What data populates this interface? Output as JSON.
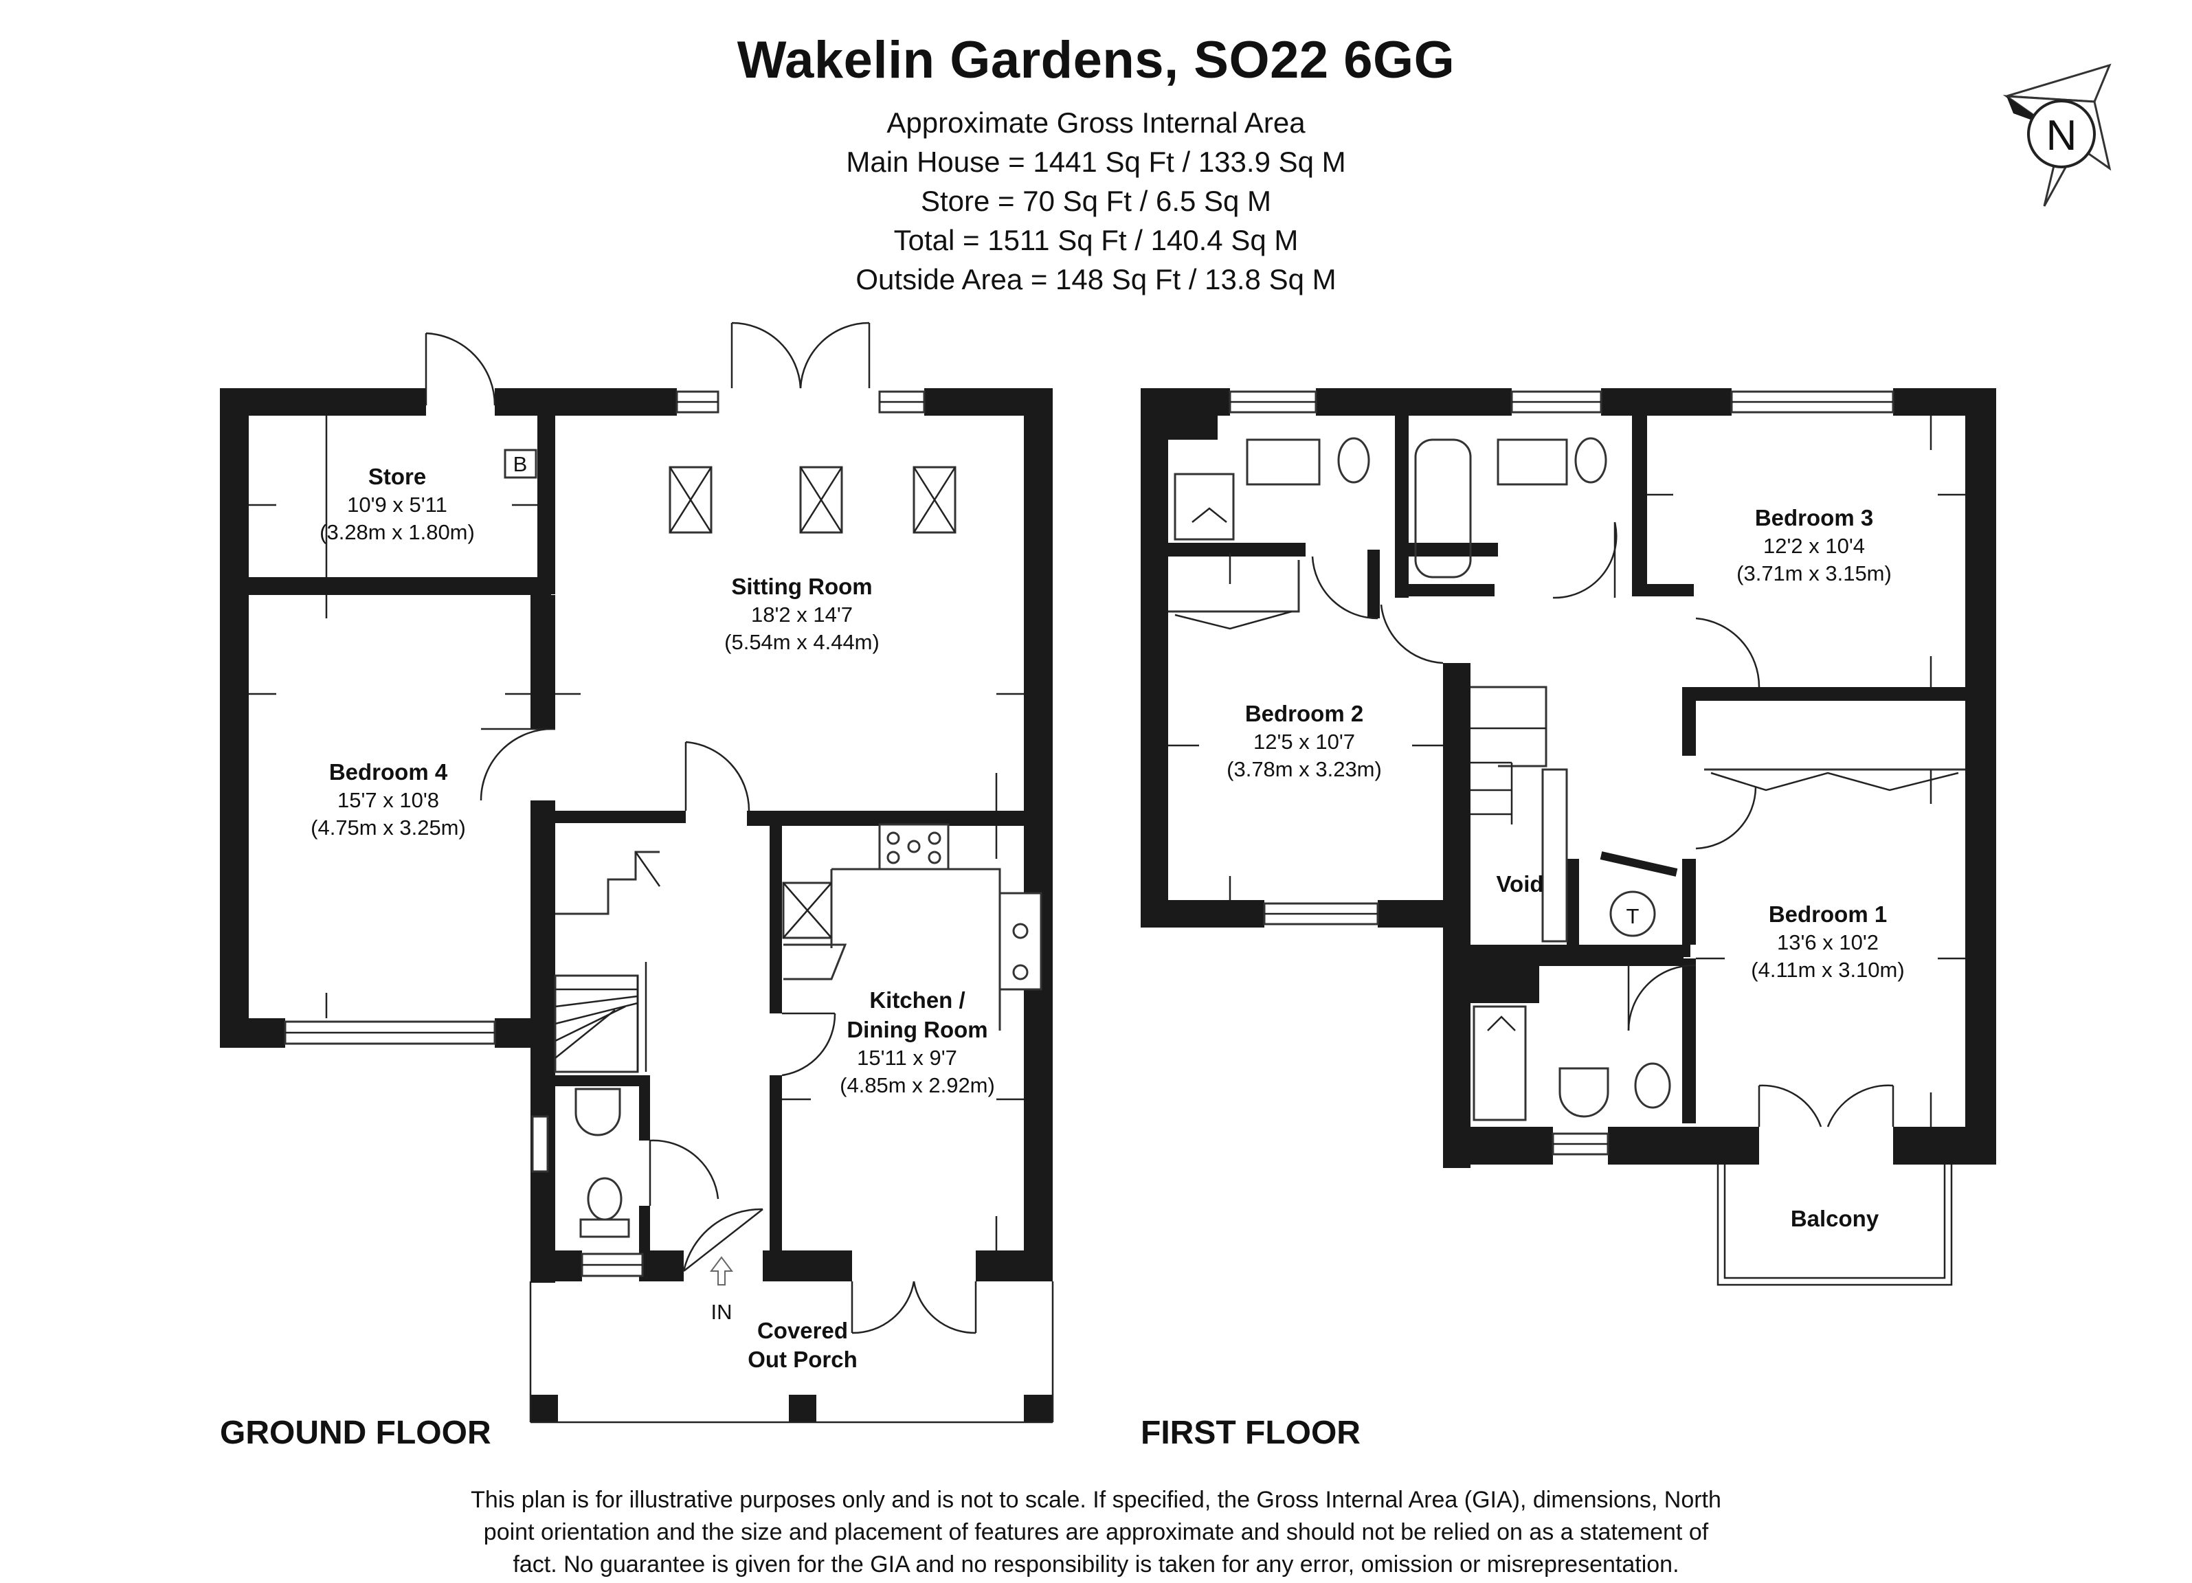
{
  "title": "Wakelin Gardens, SO22 6GG",
  "area": {
    "heading": "Approximate Gross Internal Area",
    "main_house": "Main House = 1441 Sq Ft / 133.9 Sq M",
    "store": "Store = 70 Sq Ft / 6.5 Sq M",
    "total": "Total = 1511 Sq Ft / 140.4 Sq M",
    "outside": "Outside Area = 148 Sq Ft / 13.8 Sq M"
  },
  "compass": {
    "label": "N"
  },
  "ground_floor": {
    "label": "GROUND FLOOR",
    "store": {
      "name": "Store",
      "imperial": "10'9 x 5'11",
      "metric": "(3.28m x 1.80m)",
      "boiler": "B"
    },
    "sitting_room": {
      "name": "Sitting Room",
      "imperial": "18'2 x 14'7",
      "metric": "(5.54m x 4.44m)"
    },
    "bedroom4": {
      "name": "Bedroom 4",
      "imperial": "15'7 x 10'8",
      "metric": "(4.75m x 3.25m)"
    },
    "kitchen": {
      "name_line1": "Kitchen /",
      "name_line2": "Dining Room",
      "imperial": "15'11 x 9'7",
      "metric": "(4.85m x 2.92m)"
    },
    "porch": {
      "line1": "Covered",
      "line2": "Out Porch"
    },
    "entrance": "IN"
  },
  "first_floor": {
    "label": "FIRST FLOOR",
    "bedroom2": {
      "name": "Bedroom 2",
      "imperial": "12'5 x 10'7",
      "metric": "(3.78m x 3.23m)"
    },
    "bedroom3": {
      "name": "Bedroom 3",
      "imperial": "12'2 x 10'4",
      "metric": "(3.71m x 3.15m)"
    },
    "bedroom1": {
      "name": "Bedroom 1",
      "imperial": "13'6 x 10'2",
      "metric": "(4.11m x 3.10m)"
    },
    "void": "Void",
    "tank": "T",
    "balcony": "Balcony"
  },
  "disclaimer": {
    "line1": "This plan is for illustrative purposes only and is not to scale. If specified, the Gross Internal Area (GIA), dimensions, North",
    "line2": "point orientation and the size and placement of features are approximate and should not be relied on as a statement of",
    "line3": "fact. No guarantee is given for the GIA and no responsibility is taken for any error, omission or misrepresentation."
  },
  "colors": {
    "wall": "#1a1a1a",
    "background": "#ffffff"
  }
}
